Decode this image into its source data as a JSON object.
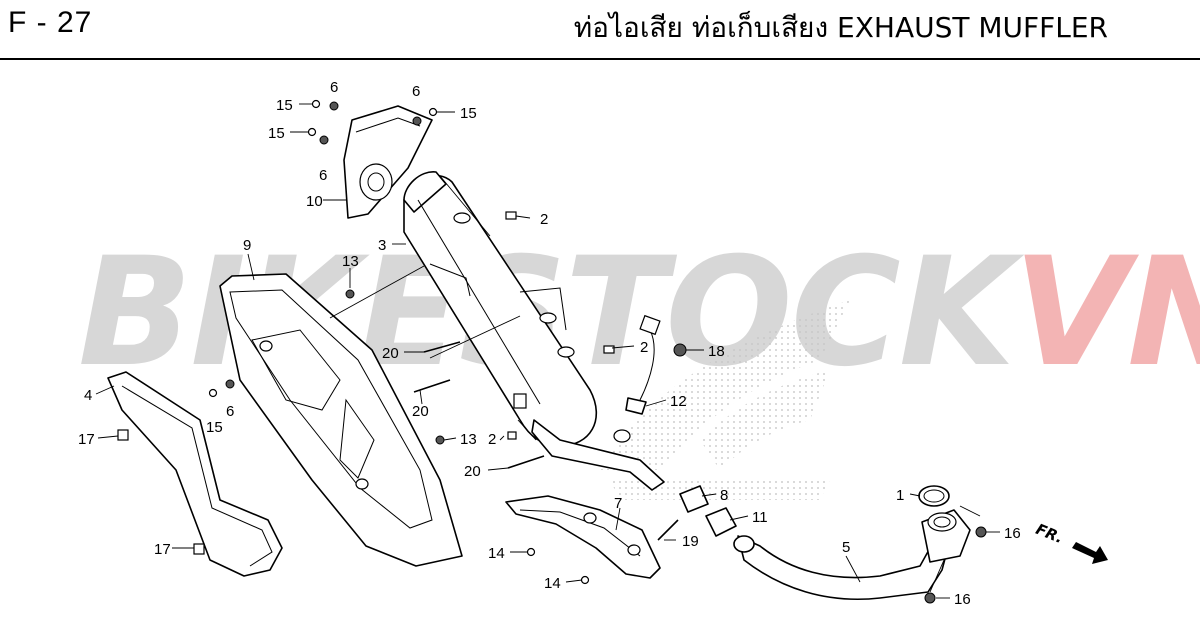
{
  "header": {
    "code": "F - 27",
    "title": "ท่อไอเสีย ท่อเก็บเสียง  EXHAUST MUFFLER"
  },
  "watermark": {
    "main": "BIKESTOCK",
    "accent": "VN",
    "colors": {
      "main": "#d7d7d7",
      "accent": "#f3b4b4"
    }
  },
  "direction_badge": "FR.",
  "callouts": {
    "c1": "1",
    "c2a": "2",
    "c2b": "2",
    "c2c": "2",
    "c3": "3",
    "c4": "4",
    "c5": "5",
    "c6a": "6",
    "c6b": "6",
    "c6c": "6",
    "c6d": "6",
    "c7": "7",
    "c8": "8",
    "c9": "9",
    "c10": "10",
    "c11": "11",
    "c12": "12",
    "c13a": "13",
    "c13b": "13",
    "c14a": "14",
    "c14b": "14",
    "c15a": "15",
    "c15b": "15",
    "c15c": "15",
    "c15d": "15",
    "c16a": "16",
    "c16b": "16",
    "c17a": "17",
    "c17b": "17",
    "c18": "18",
    "c19": "19",
    "c20a": "20",
    "c20b": "20",
    "c20c": "20"
  }
}
